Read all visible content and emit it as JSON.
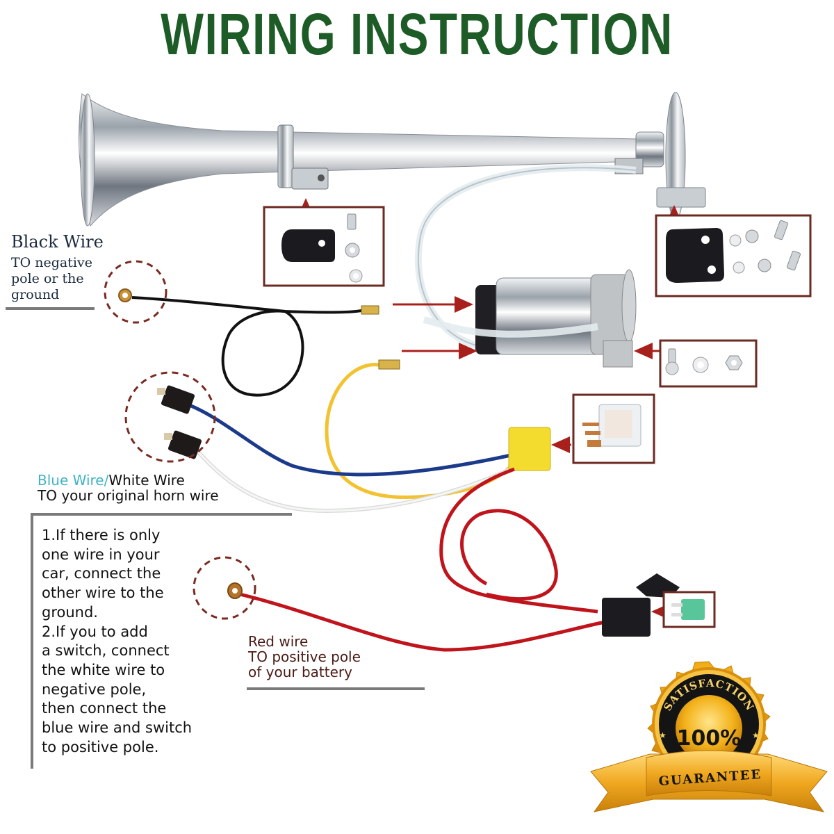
{
  "title": "WIRING INSTRUCTION",
  "labels": {
    "black_wire": {
      "title": "Black Wire",
      "description": "TO negative pole or the ground",
      "lines": [
        "TO negative",
        "pole or the",
        "ground"
      ]
    },
    "blue_white_wire": {
      "blue_part": "Blue Wire/",
      "white_part": "White Wire",
      "description": "TO your original horn wire"
    },
    "red_wire": {
      "title": "Red wire",
      "lines": [
        "TO positive pole",
        "of your battery"
      ]
    }
  },
  "notes": {
    "text": "1.If there is only\none wire in your\ncar, connect the\nother wire to the\nground.\n2.If you to add\na switch, connect\nthe white wire to\nnegative pole,\nthen connect the\nblue wire and switch\nto positive pole."
  },
  "components": [
    {
      "name": "air-horn-trumpet",
      "description": "chrome single trumpet horn"
    },
    {
      "name": "mount-bracket-kit-1",
      "items": [
        "rubber pad",
        "bolt",
        "spring washer",
        "flat washer"
      ]
    },
    {
      "name": "mount-bracket-kit-2",
      "items": [
        "rubber pad",
        "2 flat washers",
        "2 spring washers",
        "2 bolts"
      ]
    },
    {
      "name": "air-compressor",
      "description": "12V chrome compressor"
    },
    {
      "name": "compressor-mount-kit",
      "items": [
        "bolt",
        "washer",
        "nut"
      ]
    },
    {
      "name": "relay",
      "description": "clear 5-pin relay"
    },
    {
      "name": "relay-socket",
      "description": "yellow relay socket"
    },
    {
      "name": "fuse-holder",
      "description": "inline blade fuse holder"
    },
    {
      "name": "fuse",
      "description": "green blade fuse"
    }
  ],
  "wires": [
    {
      "color": "black",
      "hex": "#111111"
    },
    {
      "color": "blue",
      "hex": "#1c3a8a"
    },
    {
      "color": "white",
      "hex": "#e6e8e6"
    },
    {
      "color": "yellow",
      "hex": "#f2c230"
    },
    {
      "color": "red",
      "hex": "#c0141c"
    }
  ],
  "seal": {
    "top_text": "SATISFACTION",
    "center_text": "100%",
    "ribbon_text": "GUARANTEE"
  },
  "colors": {
    "title_green": "#1d5b27",
    "callout_dashed": "#7a2a20",
    "box_border": "#6b2a22",
    "arrow": "#a8201c",
    "gold": "#f3b21b"
  }
}
